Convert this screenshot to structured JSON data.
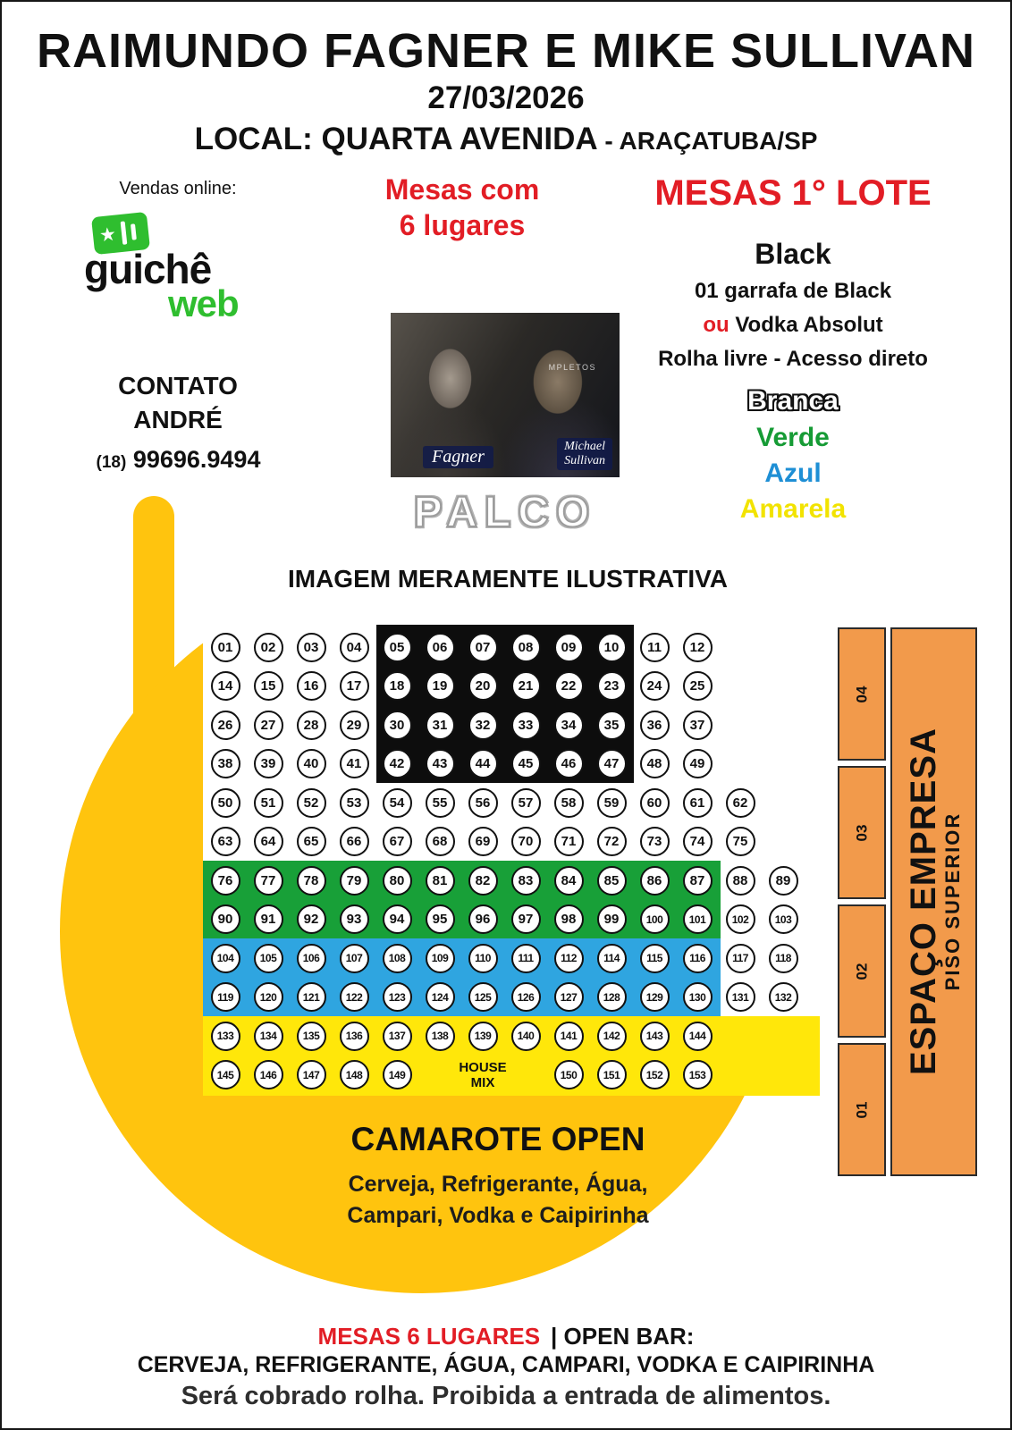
{
  "header": {
    "title": "RAIMUNDO FAGNER E MIKE SULLIVAN",
    "date": "27/03/2026",
    "local": "LOCAL: QUARTA AVENIDA",
    "local_suffix": " - ARAÇATUBA/SP"
  },
  "sales": {
    "label": "Vendas online:",
    "logo_star": "★",
    "logo_word1": "guichê",
    "logo_word2": "web",
    "contact_line1": "CONTATO",
    "contact_line2": "ANDRÉ",
    "phone_prefix": "(18)",
    "phone_number": " 99696.9494"
  },
  "offer": {
    "mesas_line1": "Mesas com",
    "mesas_line2": "6 lugares",
    "lote_title": "MESAS 1° LOTE",
    "black_title": "Black",
    "detail1": "01 garrafa de Black",
    "detail2_red": "ou",
    "detail2_rest": " Vodka Absolut",
    "detail3": "Rolha livre - Acesso direto"
  },
  "right_panel": {
    "colors": [
      {
        "label": "Branca",
        "color": ""
      },
      {
        "label": "Verde",
        "color": "#169b35"
      },
      {
        "label": "Azul",
        "color": "#1e8fd5"
      },
      {
        "label": "Amarela",
        "color": "#f2e300"
      }
    ]
  },
  "stage": {
    "palco": "PALCO",
    "disclaimer": "IMAGEM MERAMENTE ILUSTRATIVA",
    "photo": {
      "left_name": "Fagner",
      "right_name_line1": "Michael",
      "right_name_line2": "Sullivan",
      "overlay": "MPLETOS"
    }
  },
  "seating": {
    "house_mix": [
      "HOUSE",
      "MIX"
    ],
    "black_block": {
      "row_start": 0,
      "row_end": 3,
      "col_start": 4,
      "col_end": 9,
      "color": "#0d0d0d"
    },
    "bands": [
      {
        "name": "green",
        "row_start": 6,
        "row_end": 7,
        "cols": 12,
        "color": "#18a038"
      },
      {
        "name": "blue",
        "row_start": 8,
        "row_end": 9,
        "cols": 12,
        "color": "#2fa5e0"
      },
      {
        "name": "yellow",
        "row_start": 10,
        "row_end": 11,
        "cols": 0,
        "color": "#ffe70a"
      }
    ],
    "rows": [
      {
        "seats": [
          "01",
          "02",
          "03",
          "04",
          "05",
          "06",
          "07",
          "08",
          "09",
          "10",
          "11",
          "12"
        ]
      },
      {
        "seats": [
          "14",
          "15",
          "16",
          "17",
          "18",
          "19",
          "20",
          "21",
          "22",
          "23",
          "24",
          "25"
        ]
      },
      {
        "seats": [
          "26",
          "27",
          "28",
          "29",
          "30",
          "31",
          "32",
          "33",
          "34",
          "35",
          "36",
          "37"
        ]
      },
      {
        "seats": [
          "38",
          "39",
          "40",
          "41",
          "42",
          "43",
          "44",
          "45",
          "46",
          "47",
          "48",
          "49"
        ]
      },
      {
        "seats": [
          "50",
          "51",
          "52",
          "53",
          "54",
          "55",
          "56",
          "57",
          "58",
          "59",
          "60",
          "61",
          "62"
        ]
      },
      {
        "seats": [
          "63",
          "64",
          "65",
          "66",
          "67",
          "68",
          "69",
          "70",
          "71",
          "72",
          "73",
          "74",
          "75"
        ]
      },
      {
        "seats": [
          "76",
          "77",
          "78",
          "79",
          "80",
          "81",
          "82",
          "83",
          "84",
          "85",
          "86",
          "87",
          "88",
          "89"
        ]
      },
      {
        "seats": [
          "90",
          "91",
          "92",
          "93",
          "94",
          "95",
          "96",
          "97",
          "98",
          "99",
          "100",
          "101",
          "102",
          "103"
        ]
      },
      {
        "seats": [
          "104",
          "105",
          "106",
          "107",
          "108",
          "109",
          "110",
          "111",
          "112",
          "114",
          "115",
          "116",
          "117",
          "118"
        ]
      },
      {
        "seats": [
          "119",
          "120",
          "121",
          "122",
          "123",
          "124",
          "125",
          "126",
          "127",
          "128",
          "129",
          "130",
          "131",
          "132"
        ]
      },
      {
        "seats": [
          "133",
          "134",
          "135",
          "136",
          "137",
          "138",
          "139",
          "140",
          "141",
          "142",
          "143",
          "144"
        ]
      },
      {
        "seats": [
          "145",
          "146",
          "147",
          "148",
          "149"
        ],
        "label_col": 6,
        "seats2": [
          "150",
          "151",
          "152",
          "153"
        ],
        "seats2_col": 8
      }
    ]
  },
  "camarote": {
    "title": "CAMAROTE OPEN",
    "line1": "Cerveja, Refrigerante, Água,",
    "line2": "Campari, Vodka e Caipirinha"
  },
  "side": {
    "boxes": [
      "04",
      "03",
      "02",
      "01"
    ],
    "big_line1": "ESPAÇO EMPRESA",
    "big_line2": "PISO SUPERIOR"
  },
  "footer": {
    "line1_red": "MESAS 6 LUGARES",
    "line1_rest": "| OPEN BAR:",
    "line2": "CERVEJA, REFRIGERANTE, ÁGUA, CAMPARI, VODKA E CAIPIRINHA",
    "line3": "Será cobrado rolha. Proibida a entrada de alimentos."
  }
}
